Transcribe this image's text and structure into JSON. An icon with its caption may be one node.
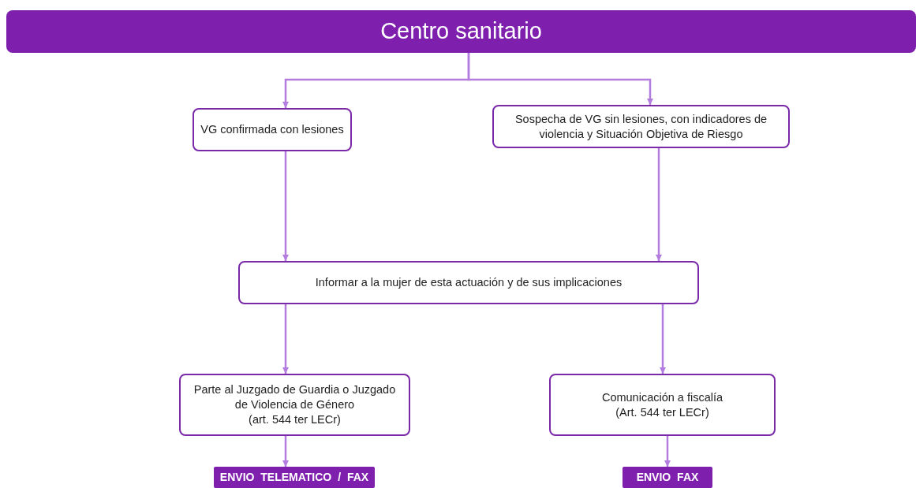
{
  "diagram": {
    "nodes": [
      {
        "text": [
          "Centro sanitario"
        ]
      },
      {
        "text": [
          "VG confirmada con lesiones"
        ]
      },
      {
        "text": [
          "Sospecha de VG sin lesiones, con indicadores de violencia y Situación Objetiva de Riesgo"
        ]
      },
      {
        "text": [
          "Informar a la mujer de esta actuación y de sus implicaciones"
        ]
      },
      {
        "text": [
          "Parte al Juzgado de Guardia o Juzgado de Violencia de Género",
          "(art. 544 ter LECr)"
        ]
      },
      {
        "text": [
          "Comunicación a fiscalía",
          "(Art. 544 ter LECr)"
        ]
      },
      {
        "text": [
          "ENVIO TELEMATICO / FAX"
        ]
      },
      {
        "text": [
          "ENVIO FAX"
        ]
      }
    ],
    "edges": [
      {
        "from": 0,
        "to": 1,
        "arrow": "to"
      },
      {
        "from": 0,
        "to": 2,
        "arrow": "to"
      },
      {
        "from": 1,
        "to": 3,
        "arrow": "to"
      },
      {
        "from": 2,
        "to": 3,
        "arrow": "to"
      },
      {
        "from": 3,
        "to": 4,
        "arrow": "to"
      },
      {
        "from": 3,
        "to": 5,
        "arrow": "to"
      },
      {
        "from": 4,
        "to": 6,
        "arrow": "to"
      },
      {
        "from": 5,
        "to": 7,
        "arrow": "to"
      }
    ]
  }
}
